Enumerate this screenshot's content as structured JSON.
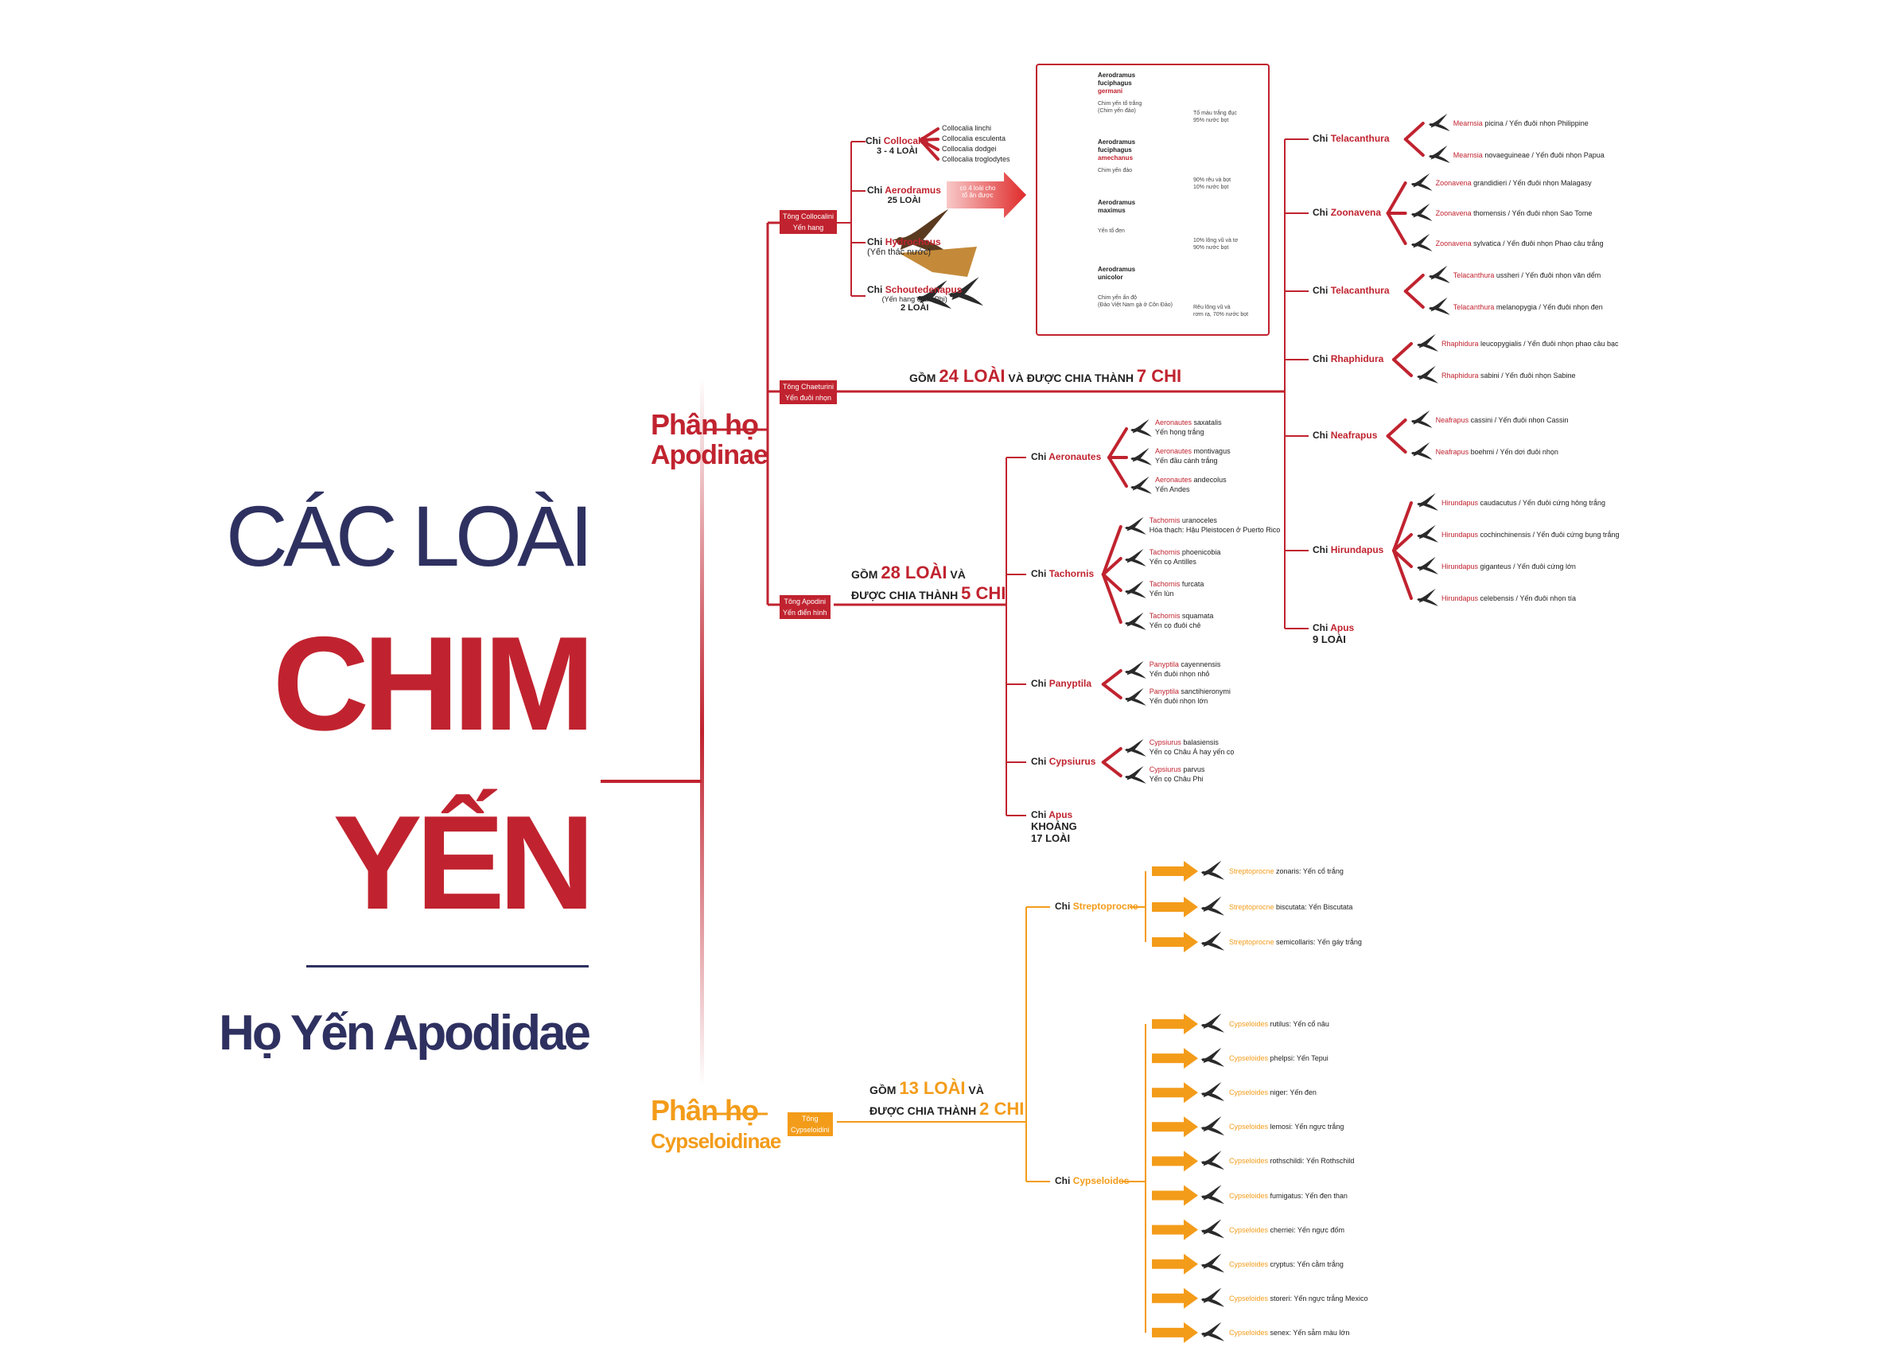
{
  "title": {
    "line1": "CÁC LOÀI",
    "line2": "CHIM",
    "line3": "YẾN",
    "subtitle": "Họ Yến Apodidae"
  },
  "colors": {
    "red": "#c0232f",
    "orange": "#f39c1a",
    "navy": "#2e3160"
  },
  "apodinae": {
    "label1": "Phân họ",
    "label2": "Apodinae",
    "tribes": {
      "collocaliini": {
        "l1": "Tông Collocalini",
        "l2": "Yến hang"
      },
      "chaeturini": {
        "l1": "Tông Chaeturini",
        "l2": "Yến đuôi nhọn"
      },
      "apodini": {
        "l1": "Tông Apodini",
        "l2": "Yến điển hình"
      }
    },
    "collocaliini_genera": {
      "collocalia": {
        "prefix": "Chi",
        "name": "Collocalia",
        "sub": "3 - 4 LOÀI",
        "species": [
          "Collocalia linchi",
          "Collocalia esculenta",
          "Collocalia dodgei",
          "Collocalia troglodytes"
        ]
      },
      "aerodramus": {
        "prefix": "Chi",
        "name": "Aerodramus",
        "sub": "25 LOÀI",
        "arrow_note": "có 4 loài cho tổ ăn được"
      },
      "hydrochous": {
        "prefix": "Chi",
        "name": "Hydrochous",
        "sub": "(Yến thác nước)"
      },
      "schoutedenapus": {
        "prefix": "Chi",
        "name": "Schoutedenapus",
        "sub": "(Yến hang châu Phi)",
        "sub2": "2 LOÀI"
      }
    },
    "aerodramus_box": [
      {
        "g": "Aerodramus",
        "s1": "fuciphagus",
        "s2": "germani",
        "note1": "Chim yến tổ trắng",
        "note2": "(Chim yến đảo)",
        "nest1": "Tổ màu trắng đục",
        "nest2": "95% nước bọt"
      },
      {
        "g": "Aerodramus",
        "s1": "fuciphagus",
        "s2": "amechanus",
        "note1": "Chim yến đảo",
        "note2": "",
        "nest1": "90% rêu và bọt",
        "nest2": "10% nước bọt"
      },
      {
        "g": "Aerodramus",
        "s1": "maximus",
        "s2": "",
        "note1": "Yến tổ đen",
        "note2": "",
        "nest1": "10% lông vũ và tơ",
        "nest2": "90% nước bọt"
      },
      {
        "g": "Aerodramus",
        "s1": "unicolor",
        "s2": "",
        "note1": "Chim yến ấn độ",
        "note2": "(Đảo Việt Nam gà ở Côn Đảo)",
        "nest1": "Rêu lông vũ và",
        "nest2": "rơm rạ, 70% nước bọt"
      }
    ],
    "chaeturini_summary": {
      "pre": "GỒM",
      "n1": "24 LOÀI",
      "mid": "VÀ ĐƯỢC CHIA THÀNH",
      "n2": "7 CHI"
    },
    "apodini_summary": {
      "pre": "GỒM",
      "n1": "28 LOÀI",
      "mid": "VÀ",
      "mid2": "ĐƯỢC CHIA THÀNH",
      "n2": "5 CHI"
    },
    "apodini_genera": [
      {
        "name": "Aeronautes",
        "species": [
          {
            "g": "Aeronautes",
            "s": "saxatalis",
            "vn": "Yến họng trắng"
          },
          {
            "g": "Aeronautes",
            "s": "montivagus",
            "vn": "Yến đầu cánh trắng"
          },
          {
            "g": "Aeronautes",
            "s": "andecolus",
            "vn": "Yến Andes"
          }
        ]
      },
      {
        "name": "Tachornis",
        "species": [
          {
            "g": "Tachornis",
            "s": "uranoceles",
            "vn": "Hóa thạch: Hậu Pleistocen ở Puerto Rico"
          },
          {
            "g": "Tachornis",
            "s": "phoenicobia",
            "vn": "Yến cọ Antilles"
          },
          {
            "g": "Tachornis",
            "s": "furcata",
            "vn": "Yến lùn"
          },
          {
            "g": "Tachornis",
            "s": "squamata",
            "vn": "Yến cọ đuôi chẻ"
          }
        ]
      },
      {
        "name": "Panyptila",
        "species": [
          {
            "g": "Panyptila",
            "s": "cayennensis",
            "vn": "Yến đuôi nhọn nhỏ"
          },
          {
            "g": "Panyptila",
            "s": "sanctihieronymi",
            "vn": "Yến đuôi nhọn lớn"
          }
        ]
      },
      {
        "name": "Cypsiurus",
        "species": [
          {
            "g": "Cypsiurus",
            "s": "balasiensis",
            "vn": "Yến cọ Châu Á hay yến cọ"
          },
          {
            "g": "Cypsiurus",
            "s": "parvus",
            "vn": "Yến cọ Châu Phi"
          }
        ]
      },
      {
        "name": "Apus",
        "sub1": "KHOẢNG",
        "sub2": "17 LOÀI",
        "species": []
      }
    ],
    "chaeturini_genera": [
      {
        "name": "Telacanthura",
        "species": [
          {
            "g": "Mearnsia",
            "s": "picina",
            "vn": "Yến đuôi nhọn Philippine"
          },
          {
            "g": "Mearnsia",
            "s": "novaeguineae",
            "vn": "Yến đuôi nhọn Papua"
          }
        ]
      },
      {
        "name": "Zoonavena",
        "species": [
          {
            "g": "Zoonavena",
            "s": "grandidieri",
            "vn": "Yến đuôi nhọn Malagasy"
          },
          {
            "g": "Zoonavena",
            "s": "thomensis",
            "vn": "Yến đuôi nhọn Sao Tome"
          },
          {
            "g": "Zoonavena",
            "s": "sylvatica",
            "vn": "Yến đuôi nhọn Phao câu trắng"
          }
        ]
      },
      {
        "name": "Telacanthura",
        "species": [
          {
            "g": "Telacanthura",
            "s": "ussheri",
            "vn": "Yến đuôi nhọn văn dểm"
          },
          {
            "g": "Telacanthura",
            "s": "melanopygia",
            "vn": "Yến đuôi nhọn đen"
          }
        ]
      },
      {
        "name": "Rhaphidura",
        "species": [
          {
            "g": "Rhaphidura",
            "s": "leucopygialis",
            "vn": "Yến đuôi nhọn phao câu bạc"
          },
          {
            "g": "Rhaphidura",
            "s": "sabini",
            "vn": "Yến đuôi nhọn Sabine"
          }
        ]
      },
      {
        "name": "Neafrapus",
        "species": [
          {
            "g": "Neafrapus",
            "s": "cassini",
            "vn": "Yến đuôi nhọn Cassin"
          },
          {
            "g": "Neafrapus",
            "s": "boehmi",
            "vn": "Yến dơi đuôi nhọn"
          }
        ]
      },
      {
        "name": "Hirundapus",
        "species": [
          {
            "g": "Hirundapus",
            "s": "caudacutus",
            "vn": "Yến đuôi cứng hông trắng"
          },
          {
            "g": "Hirundapus",
            "s": "cochinchinensis",
            "vn": "Yến đuôi cứng bụng trắng"
          },
          {
            "g": "Hirundapus",
            "s": "giganteus",
            "vn": "Yến đuôi cứng lớn"
          },
          {
            "g": "Hirundapus",
            "s": "celebensis",
            "vn": "Yến đuôi nhọn tía"
          }
        ]
      },
      {
        "name": "Apus",
        "sub2": "9 LOÀI",
        "species": []
      }
    ]
  },
  "cypseloidinae": {
    "label1": "Phân họ",
    "label2": "Cypseloidinae",
    "tribe": {
      "l1": "Tông",
      "l2": "Cypseloidini"
    },
    "summary": {
      "pre": "GỒM",
      "n1": "13 LOÀI",
      "mid": "VÀ",
      "mid2": "ĐƯỢC CHIA THÀNH",
      "n2": "2 CHI"
    },
    "streptoprocne": {
      "prefix": "Chi",
      "name": "Streptoprocne",
      "species": [
        {
          "g": "Streptoprocne",
          "s": "zonaris",
          "vn": "Yến cổ trắng"
        },
        {
          "g": "Streptoprocne",
          "s": "biscutata",
          "vn": "Yến Biscutata"
        },
        {
          "g": "Streptoprocne",
          "s": "semicollaris",
          "vn": "Yến gáy trắng"
        }
      ]
    },
    "cypseloides": {
      "prefix": "Chi",
      "name": "Cypseloides",
      "species": [
        {
          "g": "Cypseloides",
          "s": "rutilus",
          "vn": "Yến cổ nâu"
        },
        {
          "g": "Cypseloides",
          "s": "phelpsi",
          "vn": "Yến Tepui"
        },
        {
          "g": "Cypseloides",
          "s": "niger",
          "vn": "Yến đen"
        },
        {
          "g": "Cypseloides",
          "s": "lemosi",
          "vn": "Yến ngực trắng"
        },
        {
          "g": "Cypseloides",
          "s": "rothschildi",
          "vn": "Yến Rothschild"
        },
        {
          "g": "Cypseloides",
          "s": "fumigatus",
          "vn": "Yến đen than"
        },
        {
          "g": "Cypseloides",
          "s": "cherriei",
          "vn": "Yến ngực đốm"
        },
        {
          "g": "Cypseloides",
          "s": "cryptus",
          "vn": "Yến cằm trắng"
        },
        {
          "g": "Cypseloides",
          "s": "storeri",
          "vn": "Yến ngực trắng Mexico"
        },
        {
          "g": "Cypseloides",
          "s": "senex",
          "vn": "Yến sẫm màu lớn"
        }
      ]
    }
  }
}
